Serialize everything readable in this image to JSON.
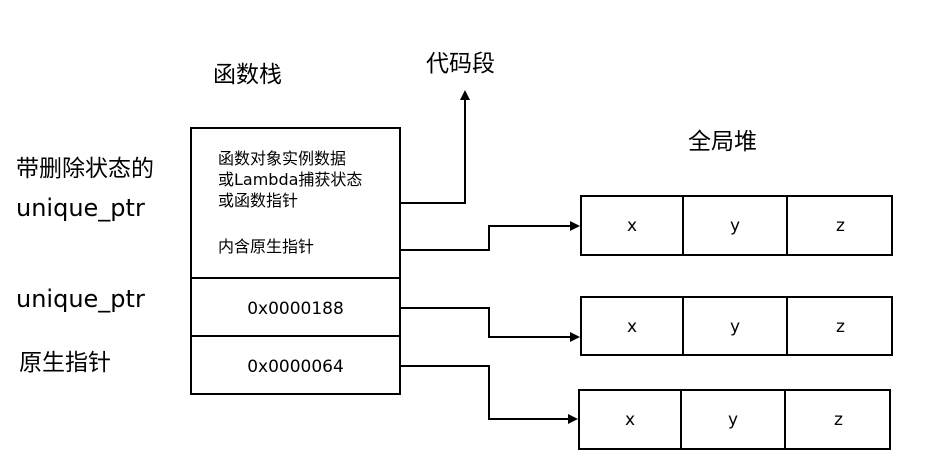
{
  "labels": {
    "function_stack": "函数栈",
    "code_segment": "代码段",
    "global_heap": "全局堆",
    "unique_ptr_with_deleter_line1": "带删除状态的",
    "unique_ptr_with_deleter_line2": "unique_ptr",
    "unique_ptr": "unique_ptr",
    "raw_pointer": "原生指针"
  },
  "stack": {
    "deleter_block_line1": "函数对象实例数据",
    "deleter_block_line2": "或Lambda捕获状态",
    "deleter_block_line3": "或函数指针",
    "contained_pointer": "内含原生指针",
    "unique_ptr_address": "0x0000188",
    "raw_pointer_address": "0x0000064"
  },
  "heap_objects": [
    {
      "cells": [
        "x",
        "y",
        "z"
      ]
    },
    {
      "cells": [
        "x",
        "y",
        "z"
      ]
    },
    {
      "cells": [
        "x",
        "y",
        "z"
      ]
    }
  ],
  "colors": {
    "line": "#000000",
    "background": "#ffffff"
  }
}
